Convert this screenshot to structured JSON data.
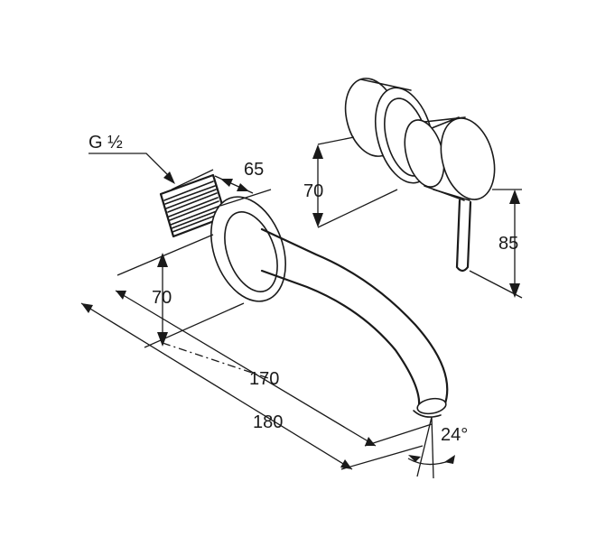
{
  "thread_label": "G ½",
  "dimensions": {
    "d65": "65",
    "d70_body": "70",
    "d85": "85",
    "d70_spout": "70",
    "d170": "170",
    "d180": "180",
    "angle": "24°"
  }
}
